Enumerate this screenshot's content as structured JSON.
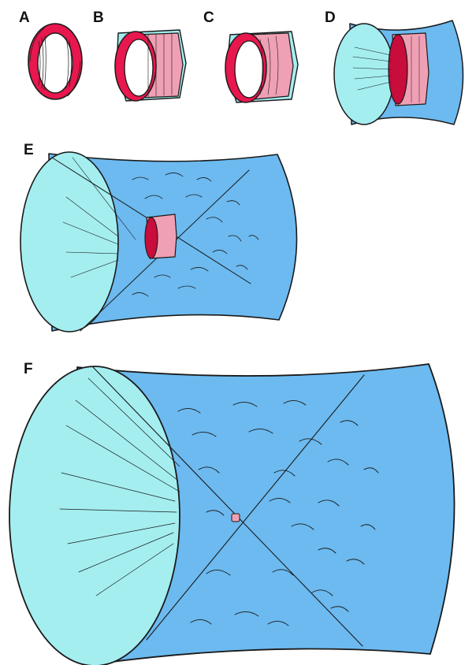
{
  "panels": {
    "A": {
      "label": "A"
    },
    "B": {
      "label": "B"
    },
    "C": {
      "label": "C"
    },
    "D": {
      "label": "D"
    },
    "E": {
      "label": "E"
    },
    "F": {
      "label": "F"
    }
  },
  "colors": {
    "ring_red": "#e8174e",
    "ring_red_inner": "#c80c3c",
    "ring_pink": "#f0a0b4",
    "light_cyan": "#a4eef0",
    "sky_blue": "#6cbaf0",
    "outline": "#1a1a1a"
  }
}
